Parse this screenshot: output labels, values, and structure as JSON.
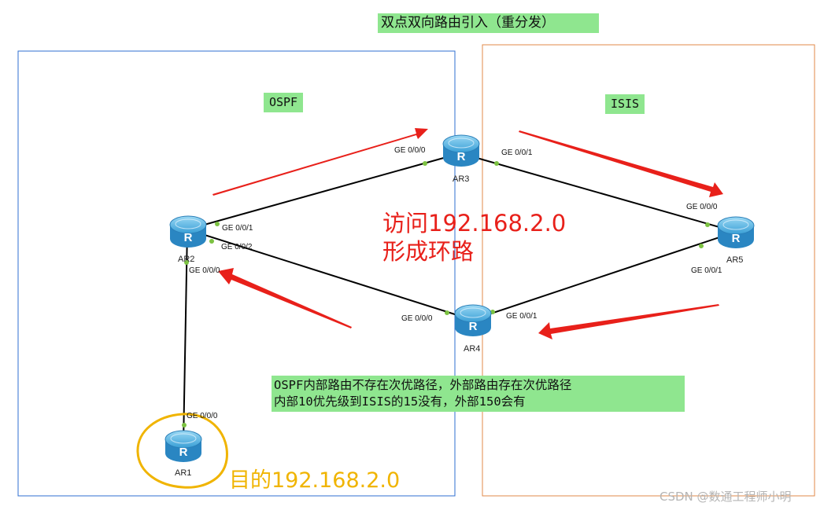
{
  "title": "双点双向路由引入（重分发）",
  "areas": {
    "left_label": "OSPF",
    "right_label": "ISIS"
  },
  "routers": {
    "ar1": "AR1",
    "ar2": "AR2",
    "ar3": "AR3",
    "ar4": "AR4",
    "ar5": "AR5"
  },
  "ports": {
    "ar3_ge000": "GE 0/0/0",
    "ar3_ge001": "GE 0/0/1",
    "ar2_ge001": "GE 0/0/1",
    "ar2_ge002": "GE 0/0/2",
    "ar2_ge000": "GE 0/0/0",
    "ar5_ge000": "GE 0/0/0",
    "ar5_ge001": "GE 0/0/1",
    "ar4_ge000": "GE 0/0/0",
    "ar4_ge001": "GE 0/0/1",
    "ar1_ge000": "GE 0/0/0"
  },
  "annotations": {
    "loop_line1": "访问192.168.2.0",
    "loop_line2": "形成环路",
    "destination": "目的192.168.2.0",
    "note_line1": "OSPF内部路由不存在次优路径，外部路由存在次优路径",
    "note_line2": "内部10优先级到ISIS的15没有，外部150会有"
  },
  "watermark": "CSDN @数通工程师小明",
  "colors": {
    "ospf_border": "#2f6fd0",
    "isis_border": "#e08a4a",
    "arrow": "#e8201a",
    "highlight": "#8fe68f",
    "circle": "#f0b400",
    "port_dot": "#7cc242"
  }
}
